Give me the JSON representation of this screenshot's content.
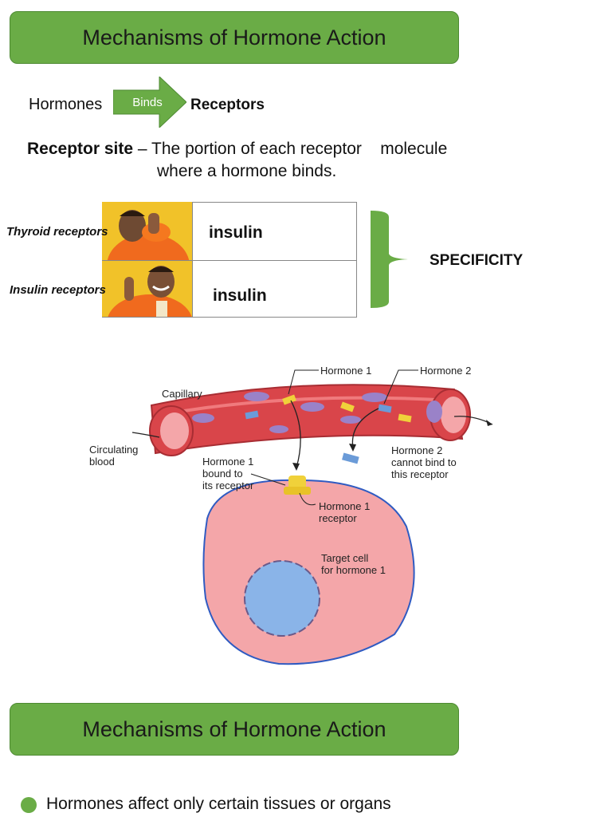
{
  "header": {
    "title": "Mechanisms of Hormone Action"
  },
  "flow": {
    "left": "Hormones",
    "arrow_label": "Binds",
    "right": "Receptors"
  },
  "definition": {
    "term": "Receptor site",
    "dash": "–",
    "line1": "The portion of each receptor    molecule",
    "line2": "where a hormone binds."
  },
  "table": {
    "rows": [
      {
        "label": "Thyroid receptors",
        "cell": "insulin"
      },
      {
        "label": "Insulin receptors",
        "cell": "insulin"
      }
    ],
    "brace_label": "SPECIFICITY"
  },
  "diagram": {
    "labels": {
      "hormone1": "Hormone 1",
      "hormone2": "Hormone 2",
      "capillary": "Capillary",
      "circulating": [
        "Circulating",
        "blood"
      ],
      "bound": [
        "Hormone 1",
        "bound to",
        "its receptor"
      ],
      "cannot": [
        "Hormone 2",
        "cannot bind to",
        "this receptor"
      ],
      "receptor": [
        "Hormone 1",
        "receptor"
      ],
      "target": [
        "Target cell",
        "for hormone 1"
      ]
    }
  },
  "footer": {
    "title": "Mechanisms of Hormone Action",
    "bullet": "Hormones affect only certain tissues or organs"
  },
  "colors": {
    "banner": "#6aac46",
    "bullet": "#6aac46",
    "cell": "#f4a6a9",
    "vessel": "#d9454a"
  }
}
